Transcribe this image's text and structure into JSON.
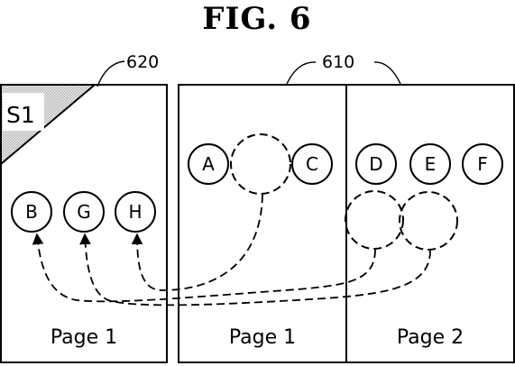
{
  "figure": {
    "title": "FIG. 6"
  },
  "references": {
    "sticker": "620",
    "pages": "610"
  },
  "sticker": {
    "label": "S1"
  },
  "nodes": {
    "a": "A",
    "b": "B",
    "c": "C",
    "d": "D",
    "e": "E",
    "f": "F",
    "g": "G",
    "h": "H"
  },
  "panels": {
    "left": {
      "page_label": "Page 1"
    },
    "middle": {
      "page_label": "Page 1"
    },
    "right": {
      "page_label": "Page 2"
    }
  }
}
